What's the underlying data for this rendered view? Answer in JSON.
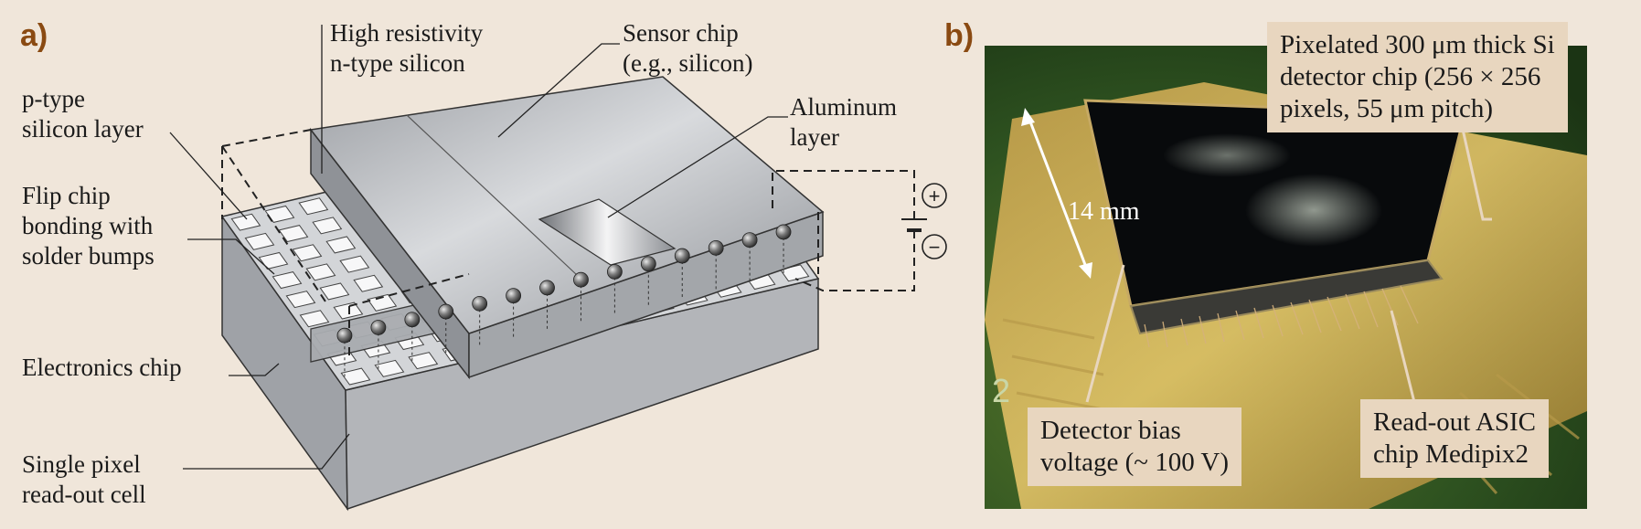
{
  "panel_a": {
    "letter": "a)",
    "labels": {
      "high_resistivity": [
        "High resistivity",
        "n-type silicon"
      ],
      "sensor_chip": [
        "Sensor chip",
        "(e.g., silicon)"
      ],
      "p_type": [
        "p-type",
        "silicon layer"
      ],
      "aluminum": [
        "Aluminum",
        "layer"
      ],
      "flip_chip": [
        "Flip chip",
        "bonding with",
        "solder bumps"
      ],
      "electronics": "Electronics chip",
      "single_pixel": [
        "Single pixel",
        "read-out cell"
      ]
    },
    "symbols": {
      "plus": "+",
      "minus": "−"
    }
  },
  "panel_b": {
    "letter": "b)",
    "callouts": {
      "detector_chip": [
        "Pixelated 300 μm thick Si",
        "detector chip (256 × 256",
        "pixels, 55 μm pitch)"
      ],
      "bias": [
        "Detector bias",
        "voltage (~ 100 V)"
      ],
      "asic": [
        "Read-out ASIC",
        "chip Medipix2"
      ]
    },
    "dimension": "14 mm",
    "board_marking": "2"
  }
}
